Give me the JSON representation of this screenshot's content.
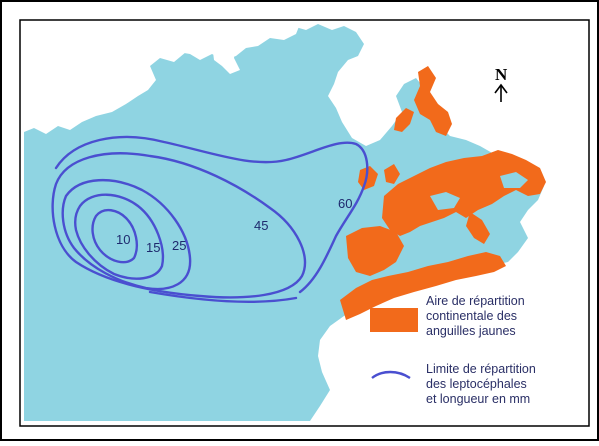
{
  "map": {
    "colors": {
      "land": "#ffffff",
      "sea": "#8fd4e2",
      "eel_area": "#f26a1b",
      "contour_line": "#4a4fd0",
      "frame": "#000000"
    },
    "north_arrow": {
      "letter": "N",
      "icon": "up-arrow-icon"
    },
    "contours": [
      {
        "label": "10"
      },
      {
        "label": "15"
      },
      {
        "label": "25"
      },
      {
        "label": "45"
      },
      {
        "label": "60"
      }
    ],
    "legend": {
      "area": {
        "line1": "Aire de répartition",
        "line2": "continentale des",
        "line3": "anguilles jaunes"
      },
      "limit": {
        "line1": "Limite de répartition",
        "line2": "des leptocéphales",
        "line3": "et longueur en mm"
      }
    }
  }
}
